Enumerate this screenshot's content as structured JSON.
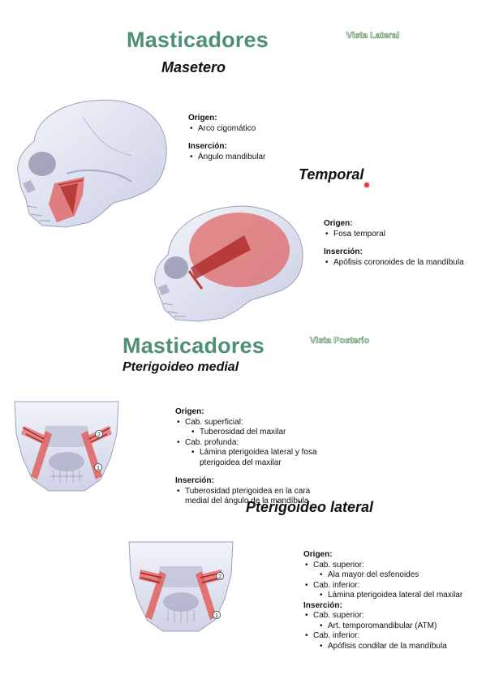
{
  "section1": {
    "title": "Masticadores",
    "view": "Vista Lateral",
    "masetero": {
      "name": "Masetero",
      "origin_label": "Origen:",
      "origin": "Arco cigomático",
      "insertion_label": "Inserción:",
      "insertion": "Ángulo mandibular"
    },
    "temporal": {
      "name": "Temporal",
      "origin_label": "Origen:",
      "origin": "Fosa temporal",
      "insertion_label": "Inserción:",
      "insertion": "Apófisis coronoides de la mandíbula"
    }
  },
  "section2": {
    "title": "Masticadores",
    "view": "Vista Posterio",
    "pterigoideo_medial": {
      "name": "Pterigoideo medial",
      "origin_label": "Origen:",
      "origin_items": [
        {
          "text": "Cab. superficial:",
          "sub": false
        },
        {
          "text": "Tuberosidad del maxilar",
          "sub": true
        },
        {
          "text": "Cab. profunda:",
          "sub": false
        },
        {
          "text": "Lámina pterigoidea lateral y fosa pterigoidea del maxilar",
          "sub": true
        }
      ],
      "insertion_label": "Inserción:",
      "insertion": "Tuberosidad pterigoidea en la cara medial del ángulo de la mandíbula"
    },
    "pterigoideo_lateral": {
      "name": "Pterigoideo lateral",
      "origin_label": "Origen:",
      "origin_items": [
        {
          "text": "Cab. superior:",
          "sub": false
        },
        {
          "text": "Ala mayor del esfenoides",
          "sub": true
        },
        {
          "text": "Cab. inferior:",
          "sub": false
        },
        {
          "text": "Lámina pterigoidea lateral del maxilar",
          "sub": true
        }
      ],
      "insertion_label": "Inserción:",
      "insertion_items": [
        {
          "text": "Cab. superior:",
          "sub": false
        },
        {
          "text": "Art. temporomandibular (ATM)",
          "sub": true
        },
        {
          "text": "Cab. inferior:",
          "sub": false
        },
        {
          "text": "Apófisis condilar de la mandíbula",
          "sub": true
        }
      ]
    }
  },
  "figure_labels": [
    "1",
    "2"
  ],
  "colors": {
    "heading": "#4f8f72",
    "muscle": "#e0605e",
    "bone": "#dfe3f1"
  }
}
